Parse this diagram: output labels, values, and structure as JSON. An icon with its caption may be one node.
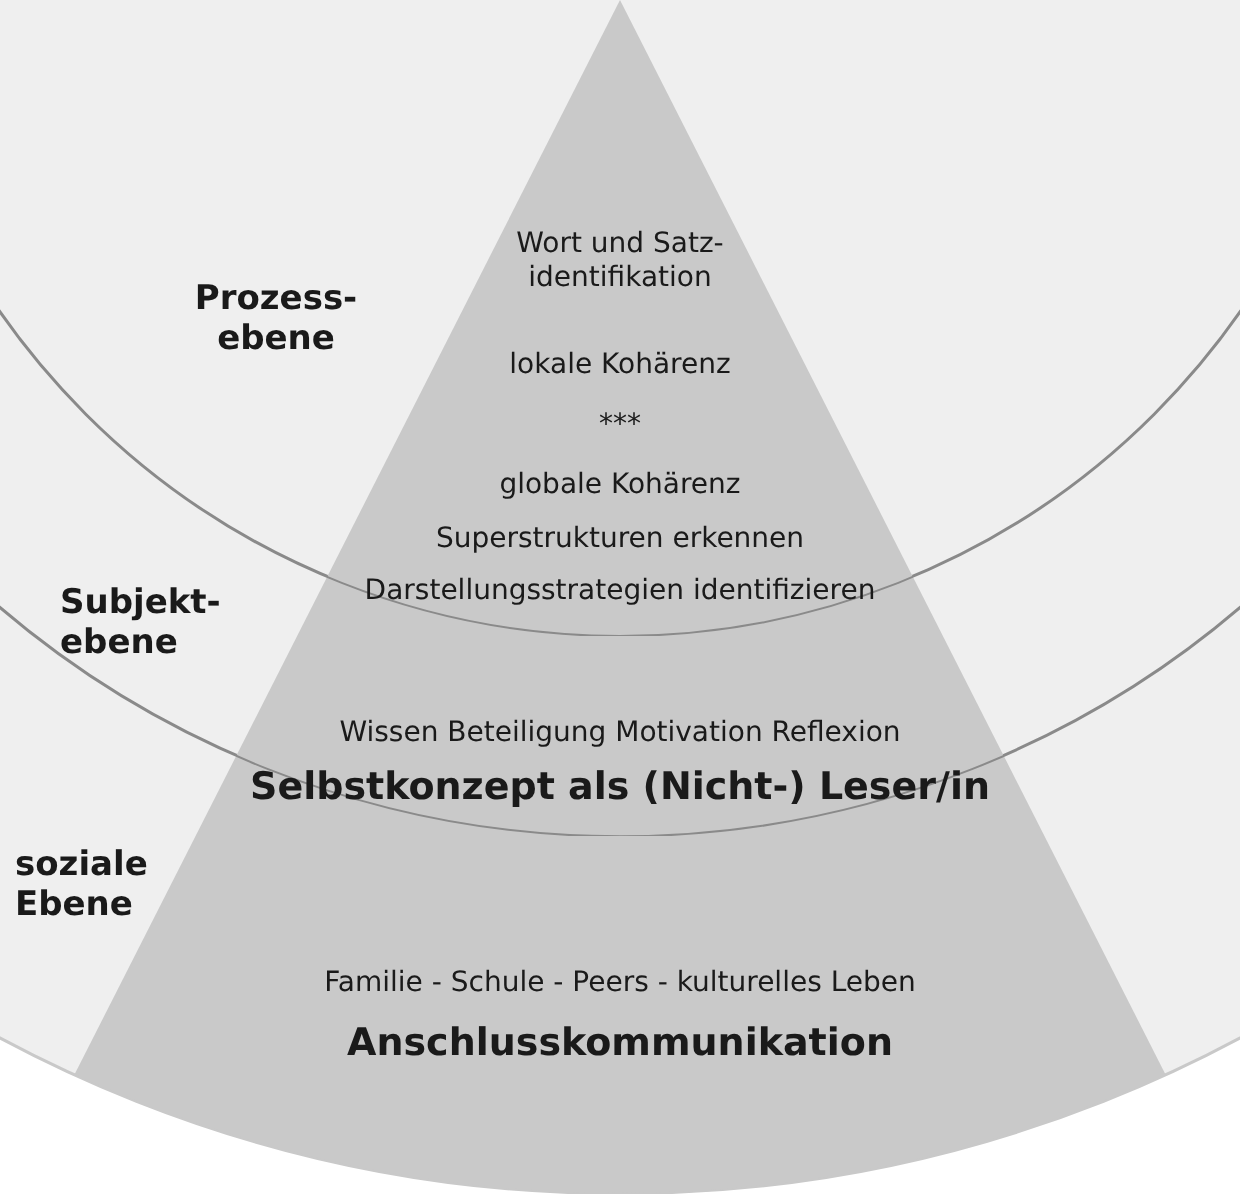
{
  "diagram": {
    "nodes": [
      {
        "text": [
          "soziale Ebene",
          "Familie - Schule - Peers - kulturelles Leben",
          "Anschlusskommunikation"
        ]
      },
      {
        "text": [
          "Subjekt- ebene",
          "Wissen Beteiligung Motivation Reflexion",
          "Selbstkonzept als (Nicht-) Leser/in"
        ],
        "in": 0
      },
      {
        "text": [
          "Prozess- ebene",
          "Wort und Satz- identifikation",
          "lokale Kohärenz",
          "***",
          "globale Kohärenz",
          "Superstrukturen erkennen",
          "Darstellungsstrategien identifizieren"
        ],
        "in": 1
      }
    ]
  }
}
